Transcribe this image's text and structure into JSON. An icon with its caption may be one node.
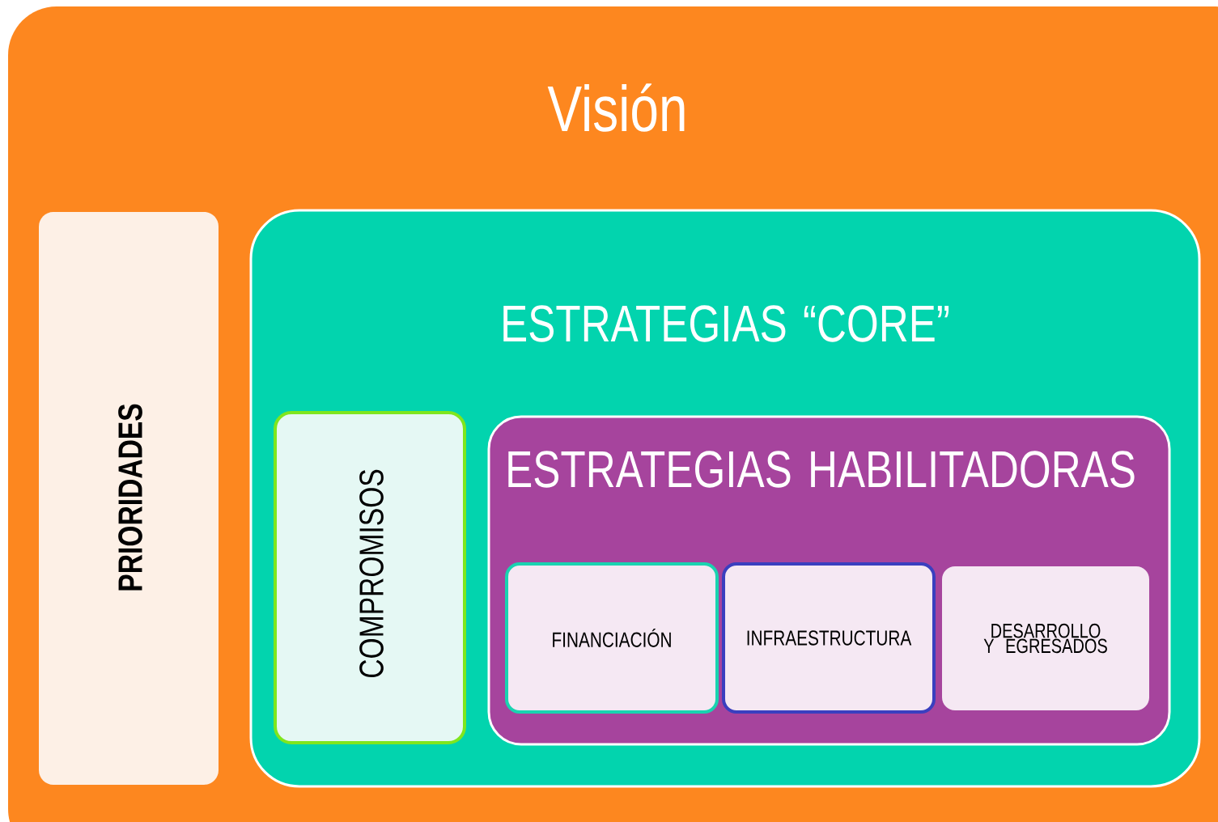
{
  "diagram": {
    "nodes": [
      {
        "text": [
          "Visión"
        ]
      },
      {
        "text": [
          "PRIORIDADES"
        ],
        "in": 0
      },
      {
        "text": [
          "ESTRATEGIAS “CORE”"
        ],
        "in": 0
      },
      {
        "text": [
          "COMPROMISOS"
        ],
        "in": 2
      },
      {
        "text": [
          "ESTRATEGIAS HABILITADORAS"
        ],
        "in": 2
      },
      {
        "text": [
          "FINANCIACIÓN"
        ],
        "in": 4
      },
      {
        "text": [
          "INFRAESTRUCTURA"
        ],
        "in": 4
      },
      {
        "text": [
          "DESARROLLO Y EGRESADOS"
        ],
        "in": 4
      }
    ]
  }
}
